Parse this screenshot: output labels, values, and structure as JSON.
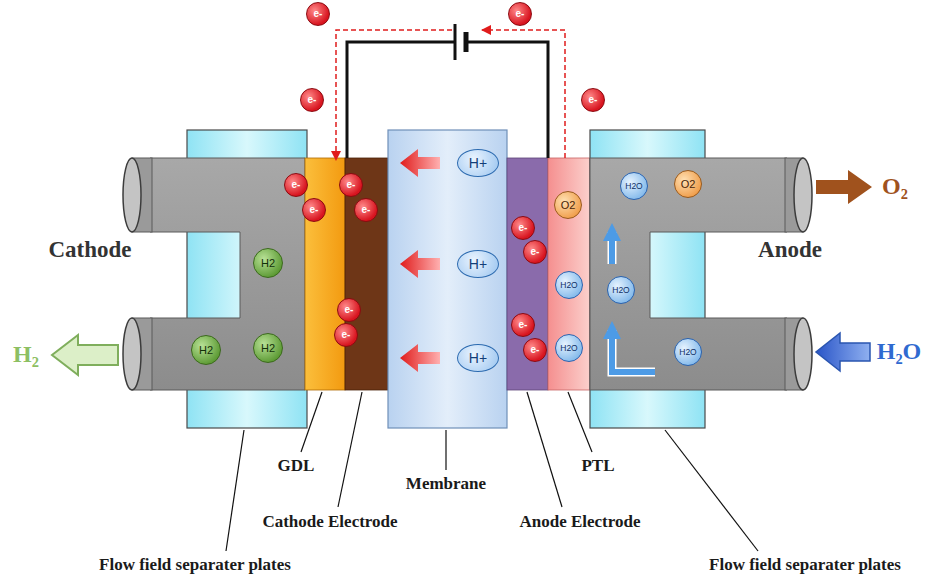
{
  "diagram": {
    "nodes": [
      {
        "text": [
          "e-"
        ]
      },
      {
        "text": [
          "e-"
        ]
      },
      {
        "text": [
          "e-"
        ]
      },
      {
        "text": [
          "e-"
        ]
      },
      {
        "text": [
          "H+"
        ]
      },
      {
        "text": [
          "e-"
        ]
      },
      {
        "text": [
          "e-"
        ]
      },
      {
        "text": [
          "H2O"
        ]
      },
      {
        "text": [
          "O2"
        ]
      },
      {
        "text": [
          "O2"
        ]
      },
      {
        "text": [
          "e-"
        ]
      },
      {
        "text": [
          "e-"
        ]
      },
      {
        "text": [
          "e-"
        ]
      },
      {
        "text": [
          "e-"
        ]
      },
      {
        "text": [
          "H2"
        ]
      },
      {
        "text": [
          "H+"
        ]
      },
      {
        "text": [
          "H2O"
        ]
      },
      {
        "text": [
          "H2O"
        ]
      },
      {
        "text": [
          "e-"
        ]
      },
      {
        "text": [
          "e-"
        ]
      },
      {
        "text": [
          "e-"
        ]
      },
      {
        "text": [
          "H2"
        ]
      },
      {
        "text": [
          "H2"
        ]
      },
      {
        "text": [
          "e-"
        ]
      },
      {
        "text": [
          "H2O"
        ]
      },
      {
        "text": [
          "H2O"
        ]
      },
      {
        "text": [
          "H+"
        ]
      }
    ],
    "labels": [
      "O₂",
      "Cathode",
      "Anode",
      "H₂",
      "H₂O",
      "GDL",
      "Membrane",
      "PTL",
      "Cathode Electrode",
      "Anode Electrode",
      "Flow field separater plates",
      "Flow field separater plates"
    ]
  }
}
